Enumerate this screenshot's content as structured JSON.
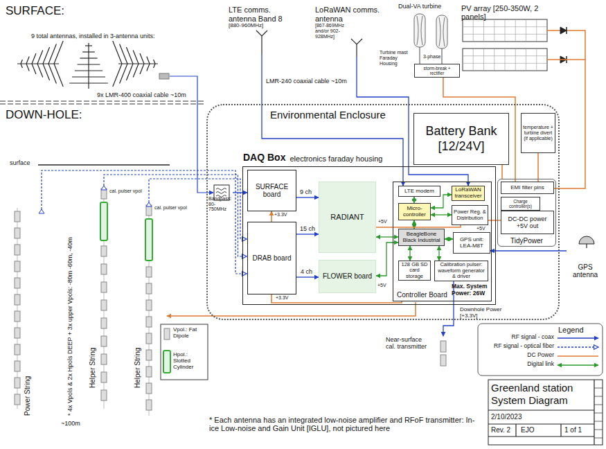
{
  "diagram": {
    "title": "Greenland station System Diagram",
    "nodes": [
      {
        "text": [
          "LTE comms. antenna Band 8",
          "[880-960MHz]"
        ]
      },
      {
        "text": [
          "LoRaWAN comms. antenna",
          "[867-869MHz and/or 902-928MHz]"
        ]
      },
      {
        "text": [
          "storm-break + rectifier"
        ]
      },
      {
        "text": [
          "PV array [250-350W, 2 panels]"
        ]
      },
      {
        "text": [
          "Environmental Enclosure"
        ]
      },
      {
        "text": [
          "Battery Bank [12/24V]"
        ],
        "in": 4
      },
      {
        "text": [
          "temperature + turbine divert (if applicable)"
        ],
        "in": 4
      },
      {
        "text": [
          "DAQ Box",
          "electronics faraday housing"
        ],
        "in": 4
      },
      {
        "text": [
          "Bandpass: 80-750MHz"
        ],
        "in": 4
      },
      {
        "text": [
          "SURFACE board"
        ],
        "in": 7
      },
      {
        "text": [
          "DRAB board"
        ],
        "in": 7
      },
      {
        "text": [
          "RADIANT"
        ],
        "in": 7
      },
      {
        "text": [
          "FLOWER board"
        ],
        "in": 7
      },
      {
        "text": [
          "Controller Board"
        ],
        "in": 7
      },
      {
        "text": [
          "LTE modem"
        ],
        "in": 13
      },
      {
        "text": [
          "LoRaWAN transceiver"
        ],
        "in": 13
      },
      {
        "text": [
          "Micro-controller"
        ],
        "in": 13
      },
      {
        "text": [
          "Power Reg. & Distribution"
        ],
        "in": 13
      },
      {
        "text": [
          "BeagleBone Black Industrial"
        ],
        "in": 13
      },
      {
        "text": [
          "GPS unit: LEA-M8T"
        ],
        "in": 13
      },
      {
        "text": [
          "128 GB SD card storage"
        ],
        "in": 13
      },
      {
        "text": [
          "Calibration pulser: waveform generator & driver"
        ],
        "in": 13
      },
      {
        "text": [
          "TidyPower"
        ],
        "in": 4
      },
      {
        "text": [
          "EMI filter pins"
        ],
        "in": 22
      },
      {
        "text": [
          "Charge controller(s)"
        ],
        "in": 22
      },
      {
        "text": [
          "DC-DC power +5V out"
        ],
        "in": 22
      },
      {
        "text": [
          "GPS antenna"
        ]
      },
      {
        "text": [
          "Near-surface cal. transmitter"
        ]
      }
    ],
    "edges": [
      {
        "from": 0,
        "to": 14,
        "arrow": "to",
        "label": "LMR-240 coaxial cable ~10m"
      },
      {
        "from": 1,
        "to": 15,
        "arrow": "to"
      },
      {
        "from": 8,
        "to": 9,
        "arrow": "to"
      },
      {
        "from": 9,
        "to": 11,
        "arrow": "to",
        "label": "9 ch"
      },
      {
        "from": 10,
        "to": 11,
        "arrow": "to",
        "label": "15 ch"
      },
      {
        "from": 10,
        "to": 12,
        "arrow": "to",
        "label": "4 ch"
      },
      {
        "from": 11,
        "to": 18,
        "arrow": "both"
      },
      {
        "from": 12,
        "to": 18,
        "arrow": "both"
      },
      {
        "from": 16,
        "to": 14,
        "arrow": "both"
      },
      {
        "from": 16,
        "to": 15,
        "arrow": "both"
      },
      {
        "from": 16,
        "to": 17,
        "arrow": "both"
      },
      {
        "from": 16,
        "to": 18,
        "arrow": "both"
      },
      {
        "from": 18,
        "to": 19,
        "arrow": "both"
      },
      {
        "from": 18,
        "to": 20,
        "arrow": "both"
      },
      {
        "from": 18,
        "to": 21,
        "arrow": "both"
      },
      {
        "from": 21,
        "to": 27,
        "arrow": "to"
      },
      {
        "from": 26,
        "to": 19,
        "arrow": "to"
      },
      {
        "from": 25,
        "to": 17,
        "arrow": "none"
      },
      {
        "from": 3,
        "to": 23,
        "arrow": "none"
      },
      {
        "from": 2,
        "to": 23,
        "arrow": "none"
      },
      {
        "from": 5,
        "to": 22,
        "arrow": "none"
      },
      {
        "from": 6,
        "to": 23,
        "arrow": "none"
      },
      {
        "from": 17,
        "to": 11,
        "arrow": "none"
      },
      {
        "from": 10,
        "to": 9,
        "arrow": "to"
      },
      {
        "from": 13,
        "to": 10,
        "arrow": "none"
      }
    ],
    "labels": [
      "SURFACE:",
      "9 total antennas, installed in 3-antenna units:",
      "9x LMR-400 coaxial cable ~10m",
      "DOWN-HOLE:",
      "Dual-VA turbine",
      "Turbine mast Faraday Housing",
      "3-phase",
      "surface",
      "+3.3V",
      "+3.3V",
      "+5V",
      "+5V",
      "+5V",
      "Max. System Power: 26W",
      "Downhole Power [+3.3V]",
      "cal. pulser vpol",
      "cal. pulser vpol",
      "* 4x Vpols & 2x Hpols DEEP + 3x upper Vpols: -80m -60m, -40m",
      "Power String",
      "Helper String",
      "Helper String",
      "~100m",
      "Vpol.: Fat Dipole",
      "Hpol.: Slotted Cylinder",
      "* Each antenna has an integrated low-noise amplifier and RFoF transmitter: In-ice Low-noise and Gain Unit [IGLU], not pictured here",
      "Legend",
      "2/10/2023",
      "Rev. 2",
      "EJO",
      "1 of 1"
    ],
    "legend": [
      {
        "text": "RF signal - coax"
      },
      {
        "text": "RF signal - optical fiber"
      },
      {
        "text": "DC Power"
      },
      {
        "text": "Digital link"
      }
    ]
  }
}
